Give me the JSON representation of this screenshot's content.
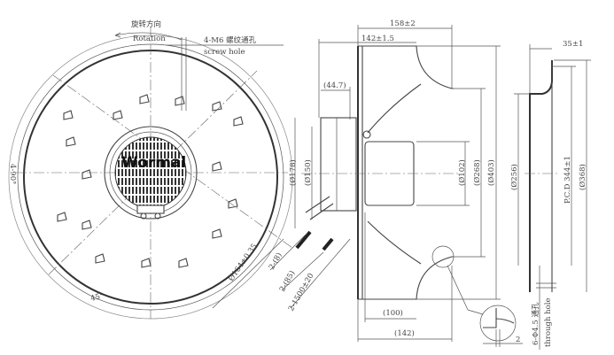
{
  "front_view": {
    "rotation_cn": "旋转方向",
    "rotation_en": "Rotation",
    "screw_hole_cn": "4-M6 螺纹通孔",
    "screw_hole_en": "screw hole",
    "angle_4x90": "4-90°",
    "angle_45": "45°",
    "dia_164": "Ø164±0.35",
    "cable_8": "2-(8)",
    "cable_85": "2-(85)",
    "cable_1500": "2-1500±20",
    "brand_logo": "Wormal"
  },
  "side_view": {
    "width_158": "158±2",
    "width_142": "142±1.5",
    "depth_44_7": "(44.7)",
    "dia_178": "(Ø178)",
    "dia_150": "(Ø150)",
    "dia_102": "(Ø102)",
    "dia_268": "(Ø268)",
    "dia_403": "(Ø403)",
    "depth_100": "(100)",
    "depth_142": "(142)",
    "detail_2": "2"
  },
  "ring_view": {
    "width_35": "35±1",
    "dia_256": "(Ø256)",
    "pcd_344": "P.C.D 344±1",
    "dia_368": "(Ø368)",
    "hole_cn": "6-Φ4.5 通孔",
    "hole_en": "through hole"
  }
}
